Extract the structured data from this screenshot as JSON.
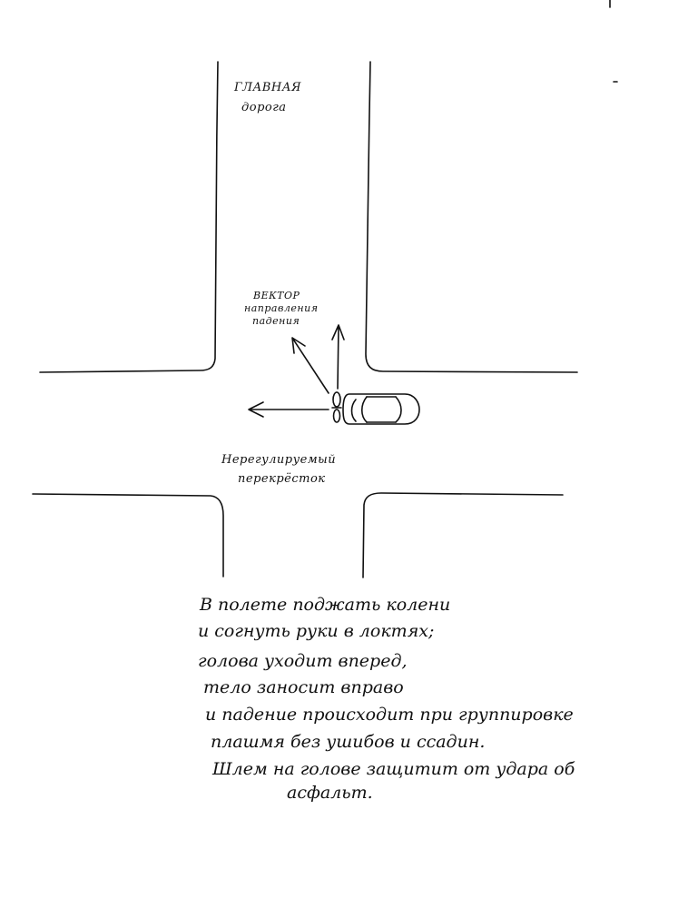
{
  "labels": {
    "main_road_line1": "ГЛАВНАЯ",
    "main_road_line2": "дорога",
    "vector_line1": "ВЕКТОР",
    "vector_line2": "направления",
    "vector_line3": "падения",
    "intersection_line1": "Нерегулируемый",
    "intersection_line2": "перекрёсток"
  },
  "notes": [
    "В полете поджать колени",
    "и согнуть руки в локтях;",
    "голова уходит вперед,",
    "тело заносит вправо",
    "и падение происходит при группировке",
    "плашмя без ушибов и ссадин.",
    "Шлем на голове защитит от удара об",
    "асфальт."
  ]
}
